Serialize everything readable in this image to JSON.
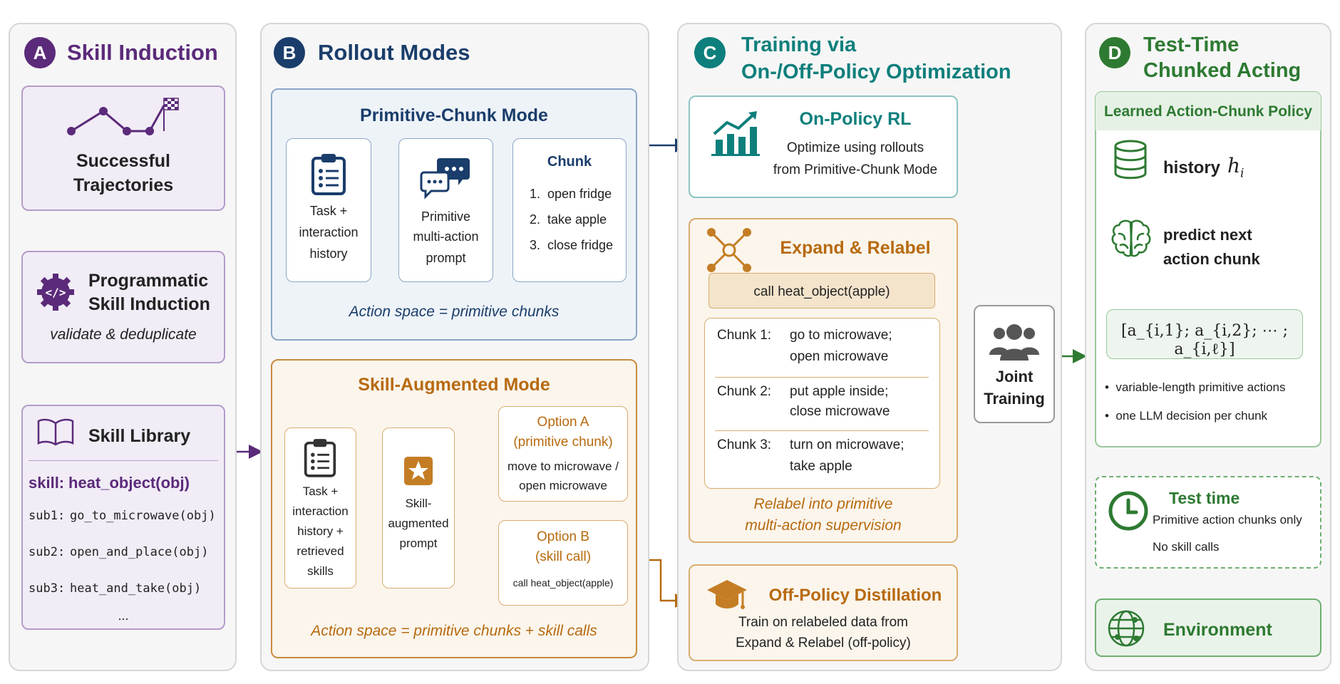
{
  "colors": {
    "purple": "#5b2a7a",
    "navy": "#1a3d6b",
    "teal": "#0e7f7c",
    "green": "#2e7a32",
    "orange": "#b76a0f"
  },
  "panelA": {
    "badge": "A",
    "title": "Skill Induction",
    "traj": {
      "label1": "Successful",
      "label2": "Trajectories",
      "icon": "trajectory-flag-icon"
    },
    "prog": {
      "line1": "Programmatic",
      "line2": "Skill Induction",
      "sub": "validate & deduplicate",
      "icon": "gear-code-icon"
    },
    "lib": {
      "title": "Skill Library",
      "icon": "book-icon",
      "skill_prefix": "skill:",
      "skill_name": "heat_object(obj)",
      "subs": [
        {
          "key": "sub1:",
          "val": "go_to_microwave(obj)"
        },
        {
          "key": "sub2:",
          "val": "open_and_place(obj)"
        },
        {
          "key": "sub3:",
          "val": "heat_and_take(obj)"
        }
      ],
      "ellipsis": "..."
    }
  },
  "panelB": {
    "badge": "B",
    "title": "Rollout Modes",
    "primitive": {
      "title": "Primitive-Chunk Mode",
      "task": {
        "l1": "Task +",
        "l2": "interaction",
        "l3": "history",
        "icon": "clipboard-icon"
      },
      "prompt": {
        "l1": "Primitive",
        "l2": "multi-action",
        "l3": "prompt",
        "icon": "chat-icon"
      },
      "chunk": {
        "title": "Chunk",
        "items": [
          "1.  open fridge",
          "2.  take apple",
          "3.  close fridge"
        ]
      },
      "footer": "Action space = primitive chunks"
    },
    "skill": {
      "title": "Skill-Augmented Mode",
      "task": {
        "l1": "Task +",
        "l2": "interaction",
        "l3": "history +",
        "l4": "retrieved",
        "l5": "skills",
        "icon": "clipboard-icon"
      },
      "prompt": {
        "l1": "Skill-",
        "l2": "augmented",
        "l3": "prompt",
        "icon": "star-icon"
      },
      "optionA": {
        "t1": "Option A",
        "t2": "(primitive chunk)",
        "b1": "move to microwave /",
        "b2": "open microwave"
      },
      "optionB": {
        "t1": "Option B",
        "t2": "(skill call)",
        "b1": "call heat_object(apple)"
      },
      "footer": "Action space = primitive chunks + skill calls"
    }
  },
  "panelC": {
    "badge": "C",
    "title1": "Training via",
    "title2": "On-/Off-Policy Optimization",
    "onpolicy": {
      "title": "On-Policy RL",
      "l1": "Optimize using rollouts",
      "l2": "from Primitive-Chunk Mode",
      "icon": "chart-growth-icon"
    },
    "expand": {
      "title": "Expand & Relabel",
      "call": "call heat_object(apple)",
      "icon": "network-icon",
      "chunks": [
        {
          "k": "Chunk 1:",
          "a": "go to microwave;",
          "b": "open microwave"
        },
        {
          "k": "Chunk 2:",
          "a": "put apple inside;",
          "b": "close microwave"
        },
        {
          "k": "Chunk 3:",
          "a": "turn on microwave;",
          "b": "take apple"
        }
      ],
      "f1": "Relabel into primitive",
      "f2": "multi-action supervision"
    },
    "offpolicy": {
      "title": "Off-Policy Distillation",
      "l1": "Train on relabeled data from",
      "l2": "Expand & Relabel (off-policy)",
      "icon": "graduation-cap-icon"
    },
    "joint": {
      "l1": "Joint",
      "l2": "Training",
      "icon": "people-icon"
    }
  },
  "panelD": {
    "badge": "D",
    "title1": "Test-Time",
    "title2": "Chunked Acting",
    "policy": {
      "title": "Learned Action-Chunk Policy",
      "history": "history",
      "h_sym": "h",
      "h_sub": "i",
      "predict1": "predict next",
      "predict2": "action chunk",
      "formula": "[a_{i,1}; a_{i,2}; ⋯ ; a_{i,ℓ}]",
      "bullets": [
        "variable-length primitive actions",
        "one LLM decision per chunk"
      ]
    },
    "test": {
      "title": "Test time",
      "l1": "Primitive action chunks only",
      "l2": "No skill calls",
      "icon": "clock-icon"
    },
    "env": {
      "title": "Environment",
      "icon": "globe-icon"
    }
  }
}
